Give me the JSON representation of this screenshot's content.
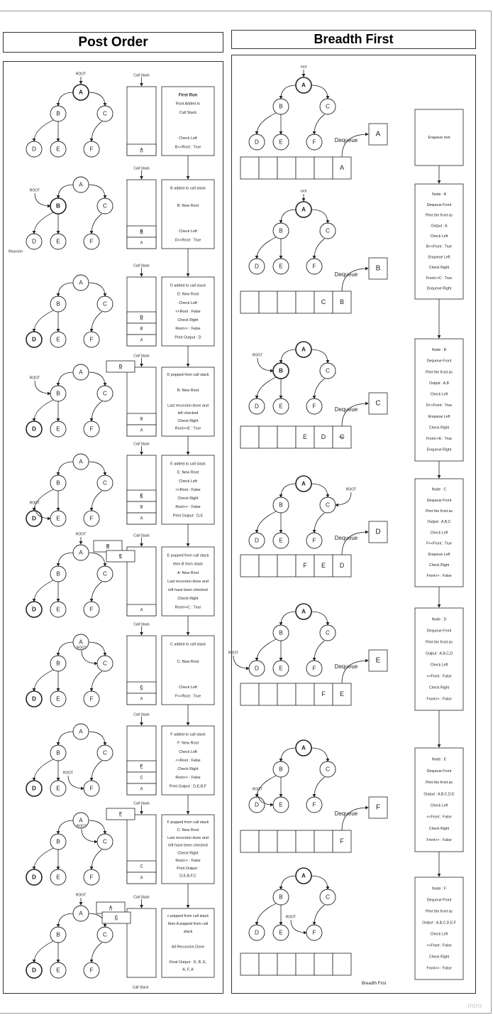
{
  "left_title": "Post Order",
  "right_title": "Breadth First",
  "footer_bf": "Breadth First",
  "watermark": "miro",
  "labels": {
    "root_caps": "ROOT",
    "root_lower": "root",
    "call_stack": "Call Stack",
    "dequeue": "Dequeue",
    "reurcion": "Reurcion"
  },
  "post_order": [
    {
      "tree_bold": [
        "A"
      ],
      "root_at": "A",
      "stack": [
        "A"
      ],
      "underline": "A",
      "popped": [],
      "note": [
        {
          "t": "First Run",
          "b": true
        },
        {
          "t": "Root Added to"
        },
        {
          "t": "Call Stack"
        },
        {
          "t": ""
        },
        {
          "t": ""
        },
        {
          "t": "Check Left"
        },
        {
          "t": "B<<Root : True"
        }
      ]
    },
    {
      "tree_bold": [
        "B"
      ],
      "root_at": "B",
      "stack": [
        "B",
        "A"
      ],
      "underline": "B",
      "popped": [],
      "note": [
        {
          "t": "B added to call stack"
        },
        {
          "t": ""
        },
        {
          "t": "B: New Root"
        },
        {
          "t": ""
        },
        {
          "t": ""
        },
        {
          "t": "Check Left"
        },
        {
          "t": "D<<Root : True"
        }
      ]
    },
    {
      "tree_bold": [
        "D"
      ],
      "root_at": "",
      "stack": [
        "D",
        "B",
        "A"
      ],
      "underline": "D",
      "popped": [],
      "note": [
        {
          "t": "D added to call stack"
        },
        {
          "t": "D: New Root"
        },
        {
          "t": "Check Left"
        },
        {
          "t": "<<Root : False"
        },
        {
          "t": "Check Right"
        },
        {
          "t": "Root>> : False"
        },
        {
          "t": "Print Output : D"
        }
      ]
    },
    {
      "tree_bold": [
        "D"
      ],
      "root_at": "B",
      "stack": [
        "B",
        "A"
      ],
      "underline": "",
      "popped": [
        "D"
      ],
      "note": [
        {
          "t": "D popped from call stack"
        },
        {
          "t": ""
        },
        {
          "t": "B: New Root"
        },
        {
          "t": ""
        },
        {
          "t": "Last recursion done and"
        },
        {
          "t": "left checked"
        },
        {
          "t": "Check Right"
        },
        {
          "t": "Root>>E : True"
        }
      ]
    },
    {
      "tree_bold": [
        "D"
      ],
      "root_at": "E",
      "stack": [
        "E",
        "B",
        "A"
      ],
      "underline": "E",
      "popped": [],
      "note": [
        {
          "t": "E added to call stack"
        },
        {
          "t": "E: New Root"
        },
        {
          "t": "Check Left"
        },
        {
          "t": "<<Root : False"
        },
        {
          "t": "Check Right"
        },
        {
          "t": "Root>> : False"
        },
        {
          "t": "Print Output : D,E"
        }
      ]
    },
    {
      "tree_bold": [
        "D"
      ],
      "root_at": "A",
      "stack": [
        "A"
      ],
      "underline": "",
      "popped": [
        "B",
        "E"
      ],
      "note": [
        {
          "t": "E  popped from call stack"
        },
        {
          "t": "then B  from stack"
        },
        {
          "t": "A: New Root"
        },
        {
          "t": "Last recursion done and"
        },
        {
          "t": "left have been checked"
        },
        {
          "t": "Check Right"
        },
        {
          "t": "Root>>C : True"
        }
      ]
    },
    {
      "tree_bold": [
        "D"
      ],
      "root_at": "C",
      "stack": [
        "C",
        "A"
      ],
      "underline": "C",
      "popped": [],
      "note": [
        {
          "t": "C added to call stack"
        },
        {
          "t": ""
        },
        {
          "t": "C: New Root"
        },
        {
          "t": ""
        },
        {
          "t": ""
        },
        {
          "t": "Check Left"
        },
        {
          "t": "F<<Root : True"
        }
      ]
    },
    {
      "tree_bold": [
        "D"
      ],
      "root_at": "F",
      "stack": [
        "F",
        "C",
        "A"
      ],
      "underline": "F",
      "popped": [],
      "note": [
        {
          "t": "F added to call stack"
        },
        {
          "t": "F:  New Root"
        },
        {
          "t": "Check Left"
        },
        {
          "t": "<<Root : False"
        },
        {
          "t": "Check Right"
        },
        {
          "t": "Root>> : False"
        },
        {
          "t": "Print Output : D,E,B,F"
        }
      ]
    },
    {
      "tree_bold": [
        "D"
      ],
      "root_at": "C",
      "stack": [
        "C",
        "A"
      ],
      "underline": "",
      "popped": [
        "F"
      ],
      "note": [
        {
          "t": "F popped from call stack"
        },
        {
          "t": "C: New Root"
        },
        {
          "t": "Last recursion done and"
        },
        {
          "t": "left have been checked"
        },
        {
          "t": "Check Right"
        },
        {
          "t": "Root>> : False"
        },
        {
          "t": "Print Output :"
        },
        {
          "t": "D,E,B,F,C"
        }
      ]
    },
    {
      "tree_bold": [
        "D"
      ],
      "root_at": "A",
      "stack": [],
      "underline": "",
      "popped": [
        "A",
        "C"
      ],
      "note": [
        {
          "t": "c  popped from call stack"
        },
        {
          "t": "then A popped from call"
        },
        {
          "t": "stack"
        },
        {
          "t": ""
        },
        {
          "t": "All Recursion Done"
        },
        {
          "t": ""
        },
        {
          "t": "Final Output : D, B, E,"
        },
        {
          "t": "A, F, A"
        }
      ]
    }
  ],
  "breadth_first": [
    {
      "tree_bold": [
        "A"
      ],
      "root_label": "root",
      "root_at": "A",
      "queue": [
        "",
        "",
        "",
        "",
        "",
        "A"
      ],
      "dequeued": "A",
      "strike": "",
      "note": [
        "Enqueue root"
      ]
    },
    {
      "tree_bold": [
        "A"
      ],
      "root_label": "root",
      "root_at": "A",
      "queue": [
        "",
        "",
        "",
        "",
        "C",
        "B"
      ],
      "dequeued": "B",
      "strike": "",
      "note": [
        "Node : A",
        "Dequeue Front",
        "Print the front as",
        "Output : A",
        "Check Left",
        "B<<Front : True",
        "Enqueue Left",
        "Check Right",
        "Front>>C : True",
        "Enqueue Right"
      ]
    },
    {
      "tree_bold": [
        "A",
        "B"
      ],
      "root_label": "ROOT",
      "root_at": "B",
      "queue": [
        "",
        "",
        "",
        "E",
        "D",
        "C"
      ],
      "dequeued": "C",
      "strike": "C",
      "note": [
        "Node : B",
        "Dequeue Front",
        "Print the front as",
        "Output : A,B",
        "Check Left",
        "D<<Front : True",
        "Enqueue Left",
        "Check Right",
        "Front>>E : True",
        "Enqueue Right"
      ]
    },
    {
      "tree_bold": [
        "A"
      ],
      "root_label": "ROOT",
      "root_at": "C",
      "queue": [
        "",
        "",
        "",
        "F",
        "E",
        "D"
      ],
      "dequeued": "D",
      "strike": "",
      "note": [
        "Node : C",
        "Dequeue Front",
        "Print the front as",
        "Output : A,B,C",
        "Check Left",
        "F<<Front : True",
        "Enqueue Left",
        "Check Right",
        "Front>> : False"
      ]
    },
    {
      "tree_bold": [
        "A"
      ],
      "root_label": "ROOT",
      "root_at": "D",
      "queue": [
        "",
        "",
        "",
        "",
        "F",
        "E"
      ],
      "dequeued": "E",
      "strike": "",
      "note": [
        "Node : D",
        "Dequeue Front",
        "Print the front as",
        "Output : A,B,C,D",
        "Check Left",
        "<<Front : False",
        "Check Right",
        "Front>> : False"
      ]
    },
    {
      "tree_bold": [
        "A"
      ],
      "root_label": "ROOT",
      "root_at": "E",
      "queue": [
        "",
        "",
        "",
        "",
        "",
        "F"
      ],
      "dequeued": "F",
      "strike": "",
      "note": [
        "Node : E",
        "Dequeue Front",
        "Print the front as",
        "Output : A,B,C,D,E",
        "Check Left",
        "<<Front : False",
        "Check Right",
        "Front>> : False"
      ]
    },
    {
      "tree_bold": [
        "A"
      ],
      "root_label": "ROOT",
      "root_at": "F",
      "queue": [
        "",
        "",
        "",
        "",
        "",
        ""
      ],
      "dequeued": "",
      "strike": "",
      "note": [
        "Node : F",
        "Dequeue Front",
        "Print the front as",
        "Output : A,B,C,D,E,F",
        "Check Left",
        "<<Front : False",
        "Check Right",
        "Front>> : False"
      ]
    }
  ]
}
